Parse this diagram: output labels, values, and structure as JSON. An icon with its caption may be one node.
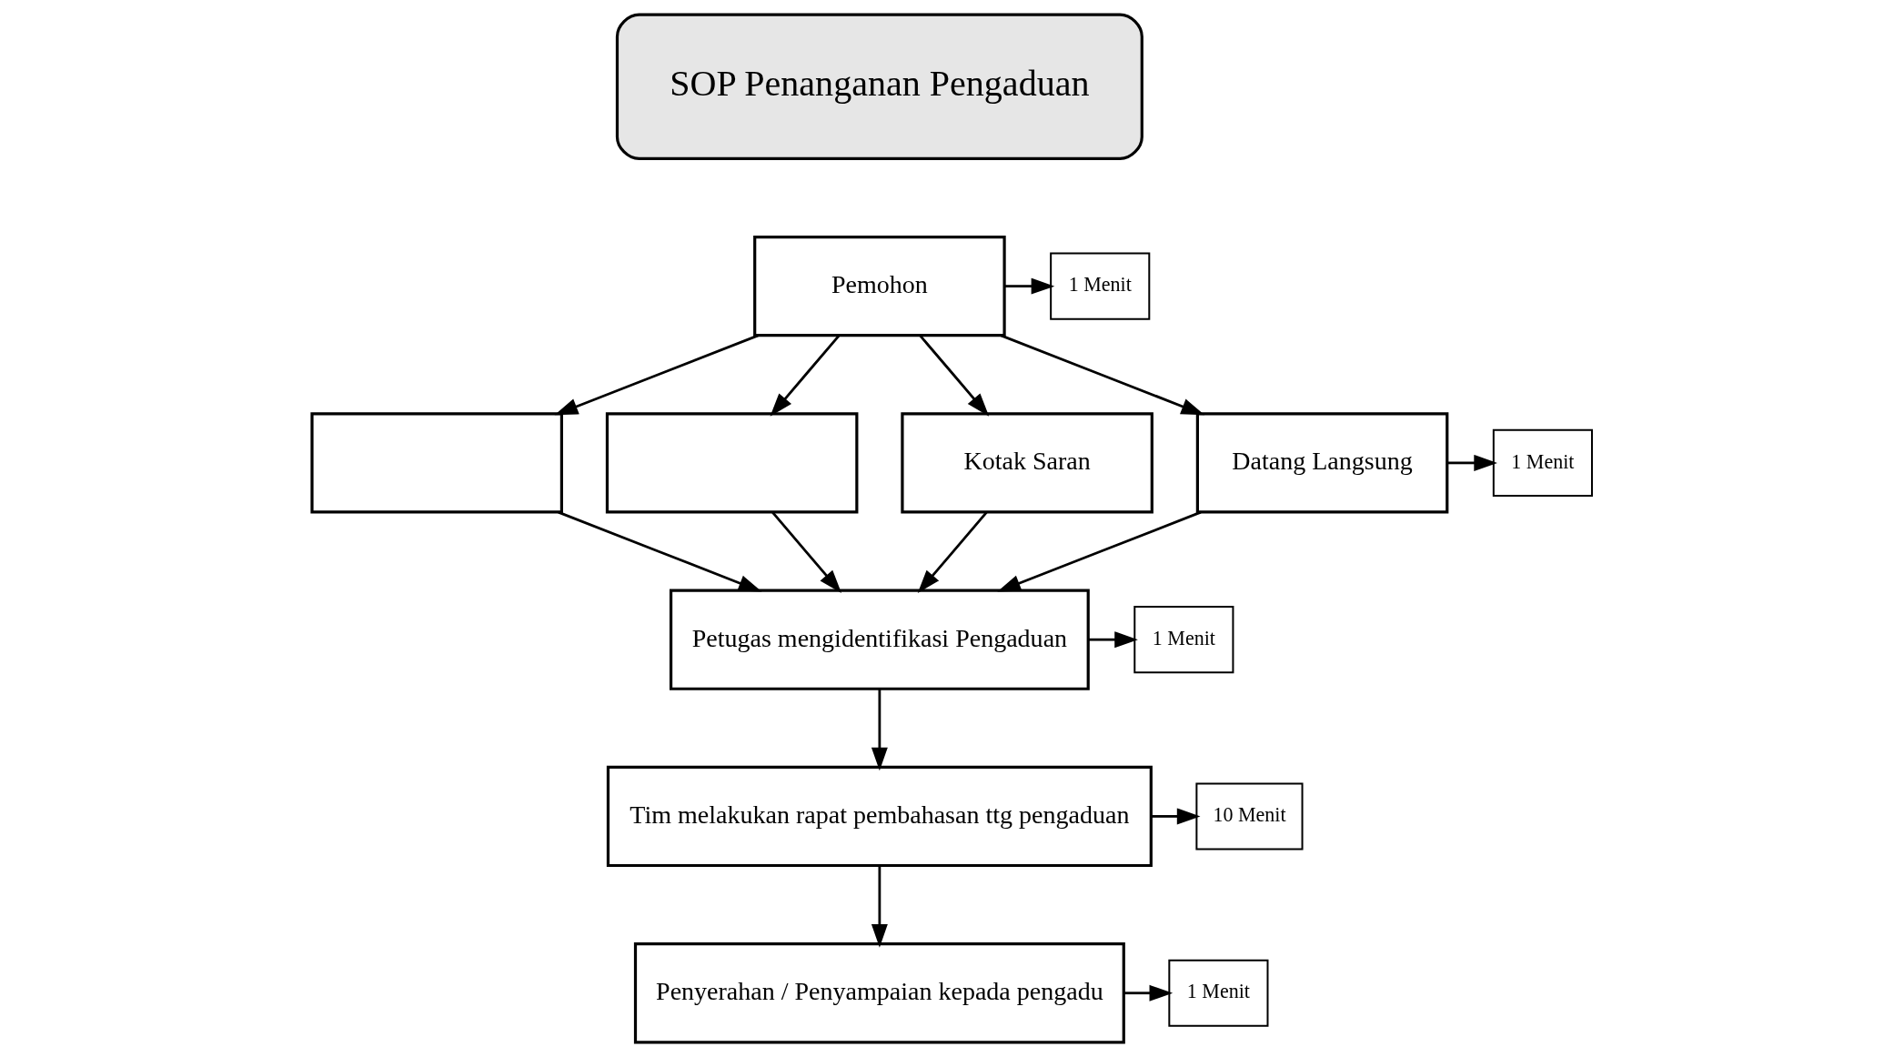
{
  "diagram": {
    "nodes": [
      {
        "text": [
          "SOP Penanganan Pengaduan"
        ]
      },
      {
        "text": [
          "Pemohon"
        ]
      },
      {
        "text": [
          "1 Menit"
        ]
      },
      {
        "text": [],
        "shape": "box"
      },
      {
        "text": [],
        "shape": "box"
      },
      {
        "text": [
          "Kotak Saran"
        ]
      },
      {
        "text": [
          "Datang Langsung"
        ]
      },
      {
        "text": [
          "1 Menit"
        ]
      },
      {
        "text": [
          "Petugas mengidentifikasi Pengaduan"
        ]
      },
      {
        "text": [
          "1 Menit"
        ]
      },
      {
        "text": [
          "Tim melakukan rapat pembahasan ttg pengaduan"
        ]
      },
      {
        "text": [
          "10 Menit"
        ]
      },
      {
        "text": [
          "Penyerahan / Penyampaian kepada pengadu"
        ]
      },
      {
        "text": [
          "1 Menit"
        ]
      }
    ],
    "edges": [
      {
        "from": 1,
        "to": 2,
        "arrow": "to"
      },
      {
        "from": 1,
        "to": 3,
        "arrow": "to"
      },
      {
        "from": 1,
        "to": 4,
        "arrow": "to"
      },
      {
        "from": 1,
        "to": 5,
        "arrow": "to"
      },
      {
        "from": 1,
        "to": 6,
        "arrow": "to"
      },
      {
        "from": 6,
        "to": 7,
        "arrow": "to"
      },
      {
        "from": 3,
        "to": 8,
        "arrow": "to"
      },
      {
        "from": 4,
        "to": 8,
        "arrow": "to"
      },
      {
        "from": 5,
        "to": 8,
        "arrow": "to"
      },
      {
        "from": 6,
        "to": 8,
        "arrow": "to"
      },
      {
        "from": 8,
        "to": 9,
        "arrow": "to"
      },
      {
        "from": 8,
        "to": 10,
        "arrow": "to"
      },
      {
        "from": 10,
        "to": 11,
        "arrow": "to"
      },
      {
        "from": 10,
        "to": 12,
        "arrow": "to"
      },
      {
        "from": 12,
        "to": 13,
        "arrow": "to"
      }
    ]
  }
}
